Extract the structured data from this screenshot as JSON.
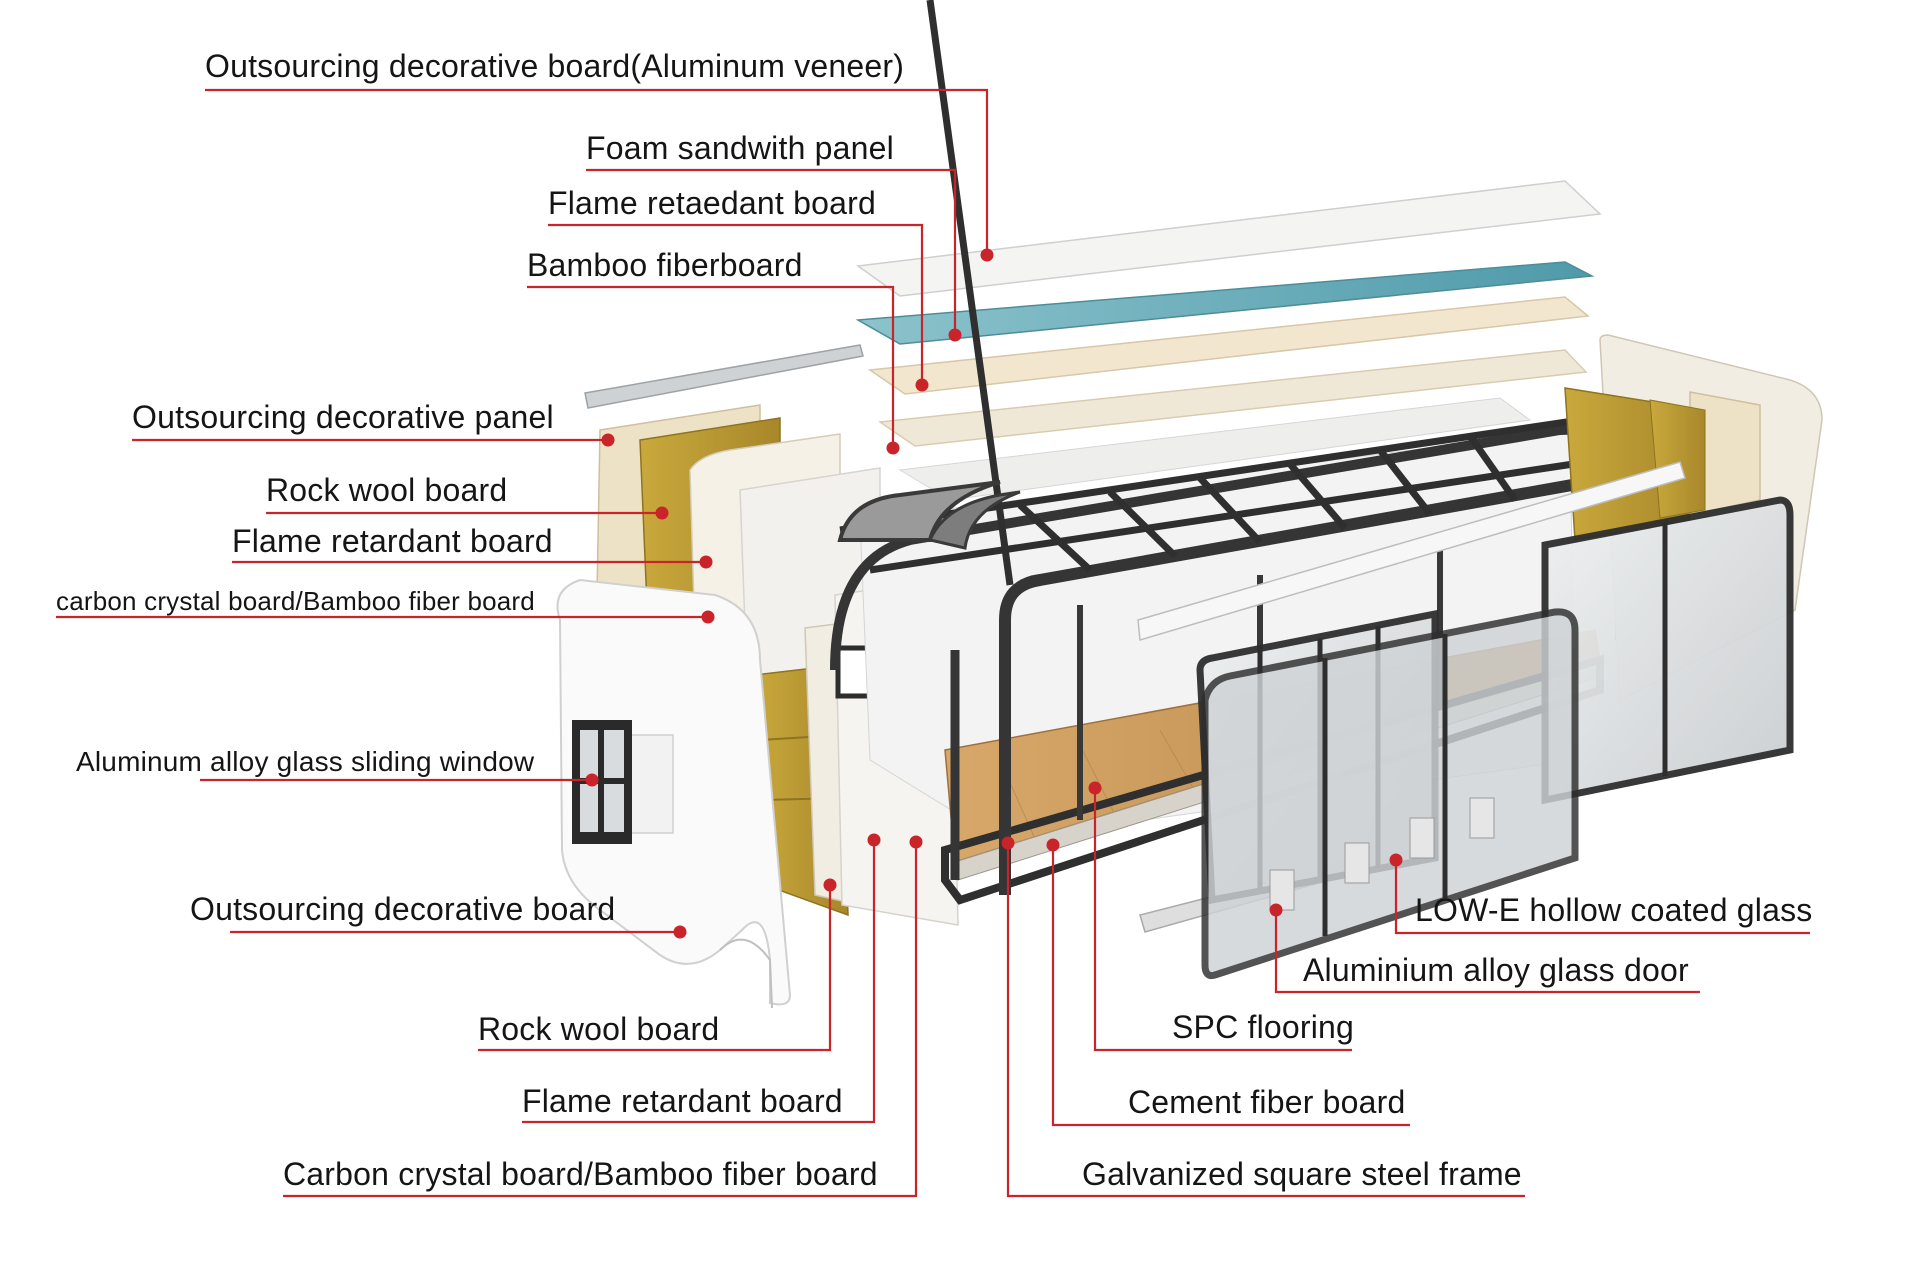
{
  "colors": {
    "leader": "#c8242a",
    "wood": "#c99a5e",
    "rockwool": "#c2a233",
    "frame": "#3d3d3d",
    "glass": "#d9dcde",
    "insulation_teal": "#6fb1bd",
    "panel": "#f1ece2"
  },
  "labels": {
    "top": [
      "Outsourcing decorative board(Aluminum veneer)",
      "Foam sandwith panel",
      "Flame retaedant board",
      "Bamboo fiberboard"
    ],
    "left": [
      "Outsourcing decorative panel",
      "Rock wool board",
      "Flame retardant board",
      "carbon crystal board/Bamboo fiber board",
      "Aluminum alloy glass sliding window",
      "Outsourcing decorative board"
    ],
    "bottom_left": [
      "Rock wool board",
      "Flame retardant board",
      "Carbon crystal board/Bamboo fiber board"
    ],
    "right": [
      "LOW-E hollow coated glass",
      "Aluminium alloy glass door",
      "SPC flooring",
      "Cement fiber board",
      "Galvanized square steel frame"
    ]
  }
}
